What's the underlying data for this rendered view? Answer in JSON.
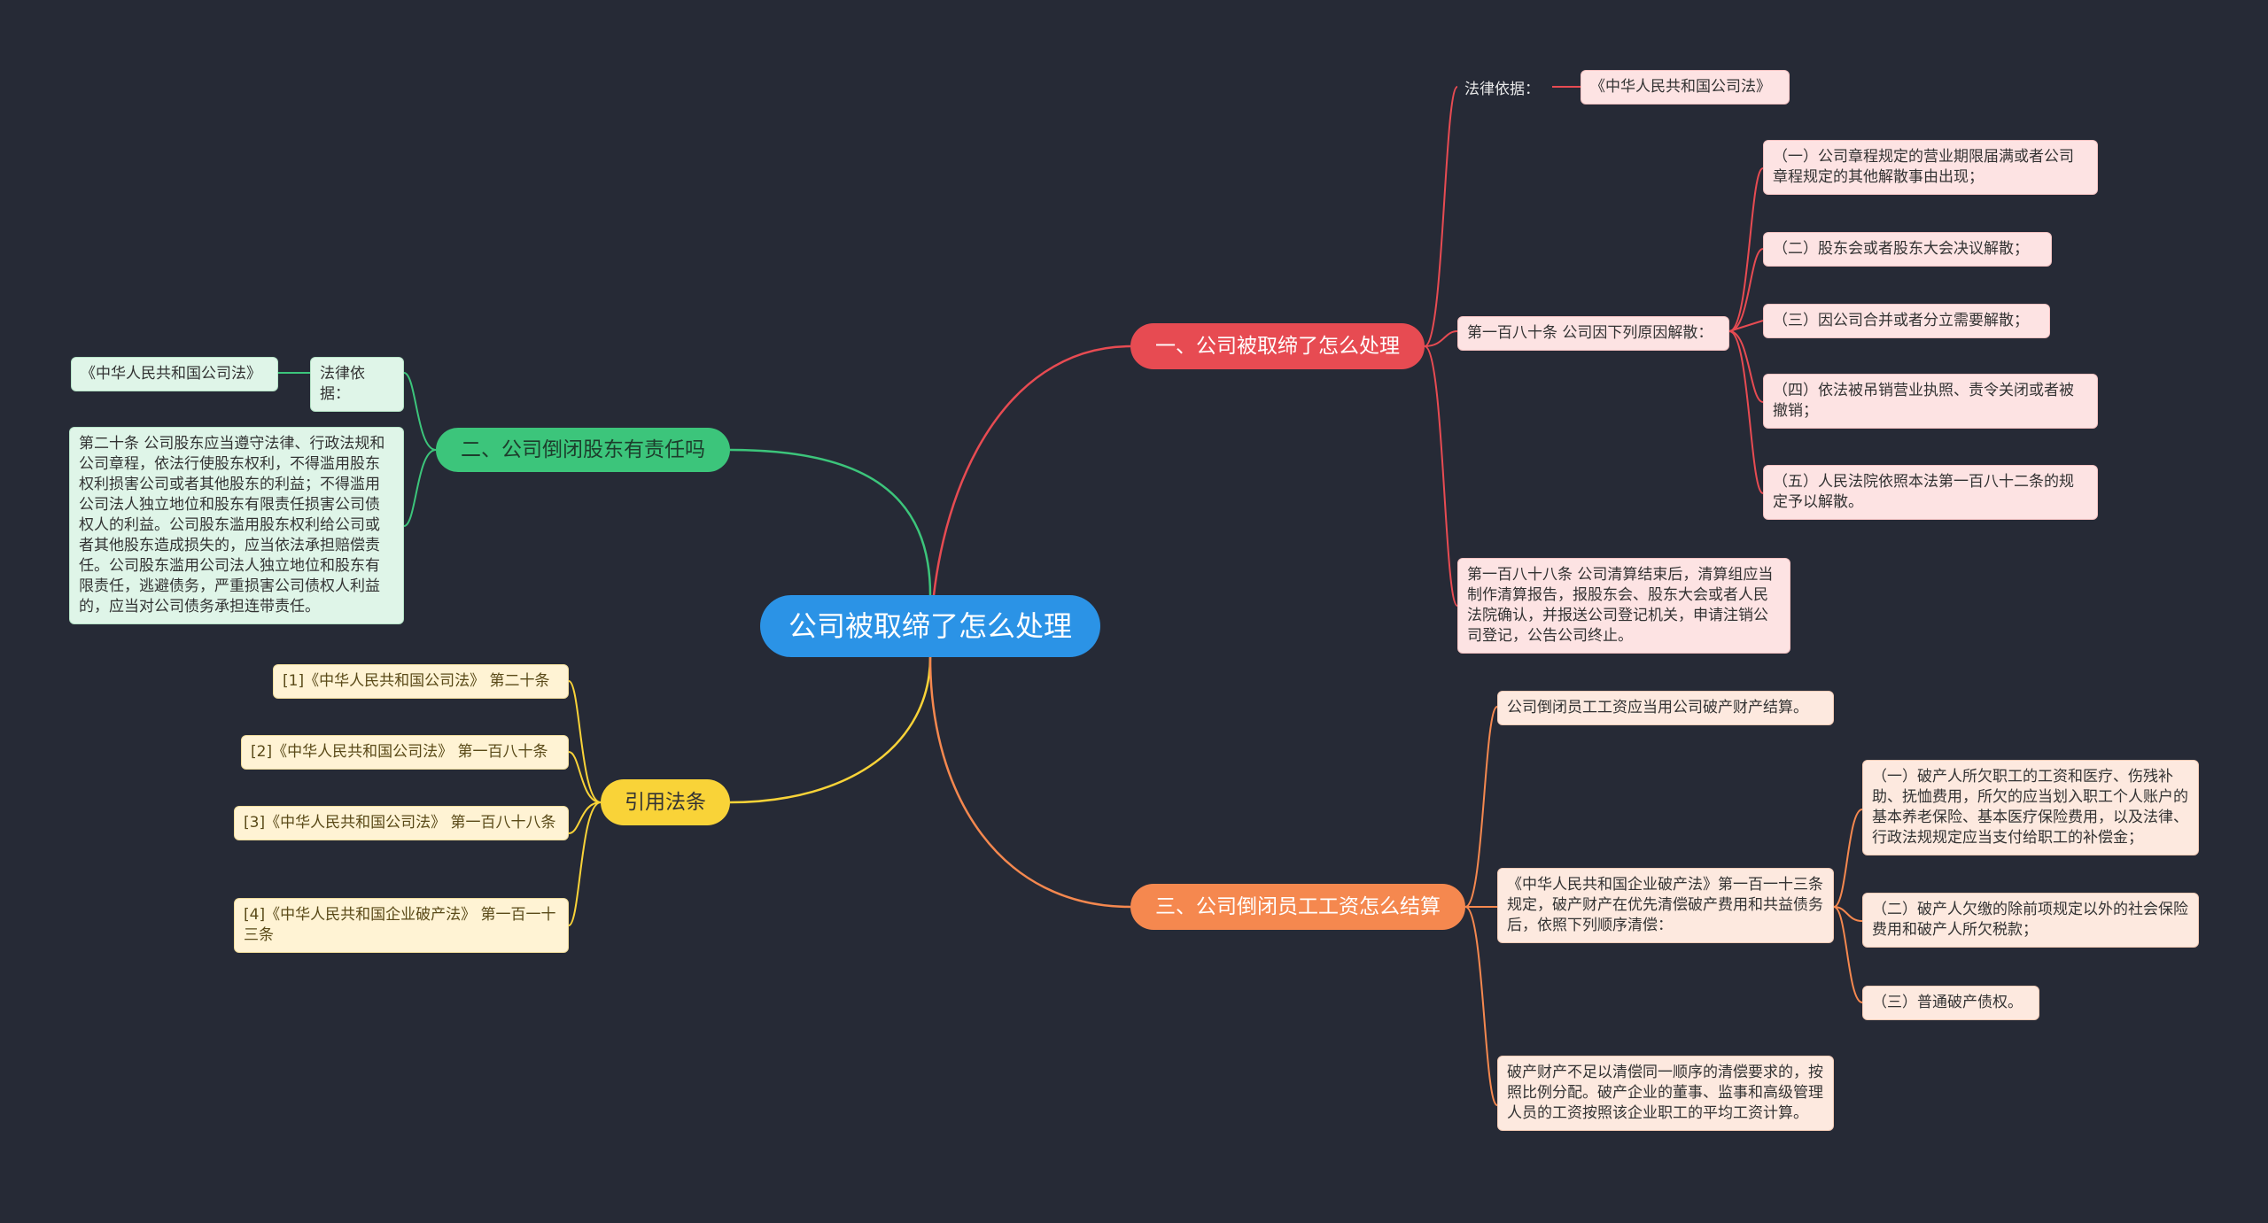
{
  "root": "公司被取缔了怎么处理",
  "colors": {
    "background": "#262a36",
    "root": "#2b93e6",
    "branch1": "#e74b52",
    "branch2": "#3cc57b",
    "branch3": "#f9d338",
    "branch4": "#f5884f"
  },
  "branch1": {
    "title": "一、公司被取缔了怎么处理",
    "basis_label": "法律依据：",
    "basis_value": "《中华人民共和国公司法》",
    "art180_label": "第一百八十条 公司因下列原因解散：",
    "art180_items": [
      "（一）公司章程规定的营业期限届满或者公司章程规定的其他解散事由出现；",
      "（二）股东会或者股东大会决议解散；",
      "（三）因公司合并或者分立需要解散；",
      "（四）依法被吊销营业执照、责令关闭或者被撤销；",
      "（五）人民法院依照本法第一百八十二条的规定予以解散。"
    ],
    "art188": "第一百八十八条 公司清算结束后，清算组应当制作清算报告，报股东会、股东大会或者人民法院确认，并报送公司登记机关，申请注销公司登记，公告公司终止。"
  },
  "branch2": {
    "title": "二、公司倒闭股东有责任吗",
    "basis_label": "法律依据：",
    "basis_value": "《中华人民共和国公司法》",
    "article": "第二十条 公司股东应当遵守法律、行政法规和公司章程，依法行使股东权利，不得滥用股东权利损害公司或者其他股东的利益；不得滥用公司法人独立地位和股东有限责任损害公司债权人的利益。公司股东滥用股东权利给公司或者其他股东造成损失的，应当依法承担赔偿责任。公司股东滥用公司法人独立地位和股东有限责任，逃避债务，严重损害公司债权人利益的，应当对公司债务承担连带责任。"
  },
  "branch3": {
    "title": "引用法条",
    "refs": [
      "[1]《中华人民共和国公司法》 第二十条",
      "[2]《中华人民共和国公司法》 第一百八十条",
      "[3]《中华人民共和国公司法》 第一百八十八条",
      "[4]《中华人民共和国企业破产法》 第一百一十三条"
    ]
  },
  "branch4": {
    "title": "三、公司倒闭员工工资怎么结算",
    "note1": "公司倒闭员工工资应当用公司破产财产结算。",
    "art113": "《中华人民共和国企业破产法》第一百一十三条规定，破产财产在优先清偿破产费用和共益债务后，依照下列顺序清偿：",
    "art113_items": [
      "（一）破产人所欠职工的工资和医疗、伤残补助、抚恤费用，所欠的应当划入职工个人账户的基本养老保险、基本医疗保险费用，以及法律、行政法规规定应当支付给职工的补偿金；",
      "（二）破产人欠缴的除前项规定以外的社会保险费用和破产人所欠税款；",
      "（三）普通破产债权。"
    ],
    "note2": "破产财产不足以清偿同一顺序的清偿要求的，按照比例分配。破产企业的董事、监事和高级管理人员的工资按照该企业职工的平均工资计算。"
  }
}
